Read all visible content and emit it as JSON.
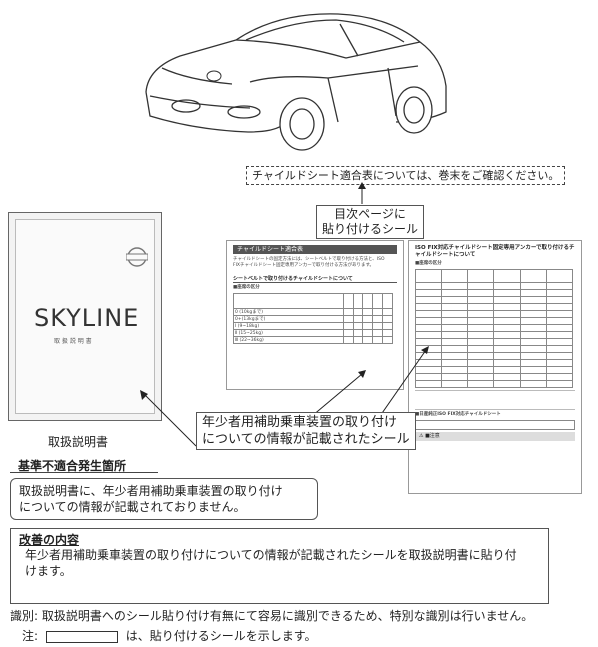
{
  "top_sticker": {
    "text": "チャイルドシート適合表については、巻末をご確認ください。"
  },
  "callout_contents": {
    "line1": "目次ページに",
    "line2": "貼り付けるシール"
  },
  "manual": {
    "model": "SKYLINE",
    "subtitle": "取 扱 説 明 書",
    "caption": "取扱説明書"
  },
  "sheet_left": {
    "title": "チャイルドシート適合表",
    "text1": "チャイルドシートの固定方法には、シートベルトで取り付ける方法と、ISO",
    "text2": "FIXチャイルドシート固定専用アンカーで取り付ける方法があります。",
    "heading": "シートベルトで取り付けるチャイルドシートについて",
    "subheading": "■座席の区分",
    "groups": [
      "0 (10kgまで)",
      "0+(13kgまで)",
      "Ⅰ (9~18kg)",
      "Ⅱ (15~25kg)",
      "Ⅲ (22~36kg)"
    ]
  },
  "sheet_right": {
    "title": "ISO FIX対応チャイルドシート固定専用アンカーで取り付けるチャイルドシートについて",
    "subheading": "■座席の区分",
    "note_heading": "■注意",
    "bottom_heading": "■日産純正ISO FIX対応チャイルドシート"
  },
  "callout_sticker": {
    "line1": "年少者用補助乗車装置の取り付け",
    "line2": "についての情報が記載されたシール"
  },
  "problem": {
    "heading": "基準不適合発生箇所",
    "line1": "取扱説明書に、年少者用補助乗車装置の取り付け",
    "line2": "についての情報が記載されておりません。"
  },
  "improvement": {
    "heading": "改善の内容",
    "line1": "年少者用補助乗車装置の取り付けについての情報が記載されたシールを取扱説明書に貼り付",
    "line2": "けます。"
  },
  "identification": "識別: 取扱説明書へのシール貼り付け有無にて容易に識別できるため、特別な識別は行いません。",
  "note": {
    "prefix": "注:",
    "suffix": "は、貼り付けるシールを示します。"
  }
}
